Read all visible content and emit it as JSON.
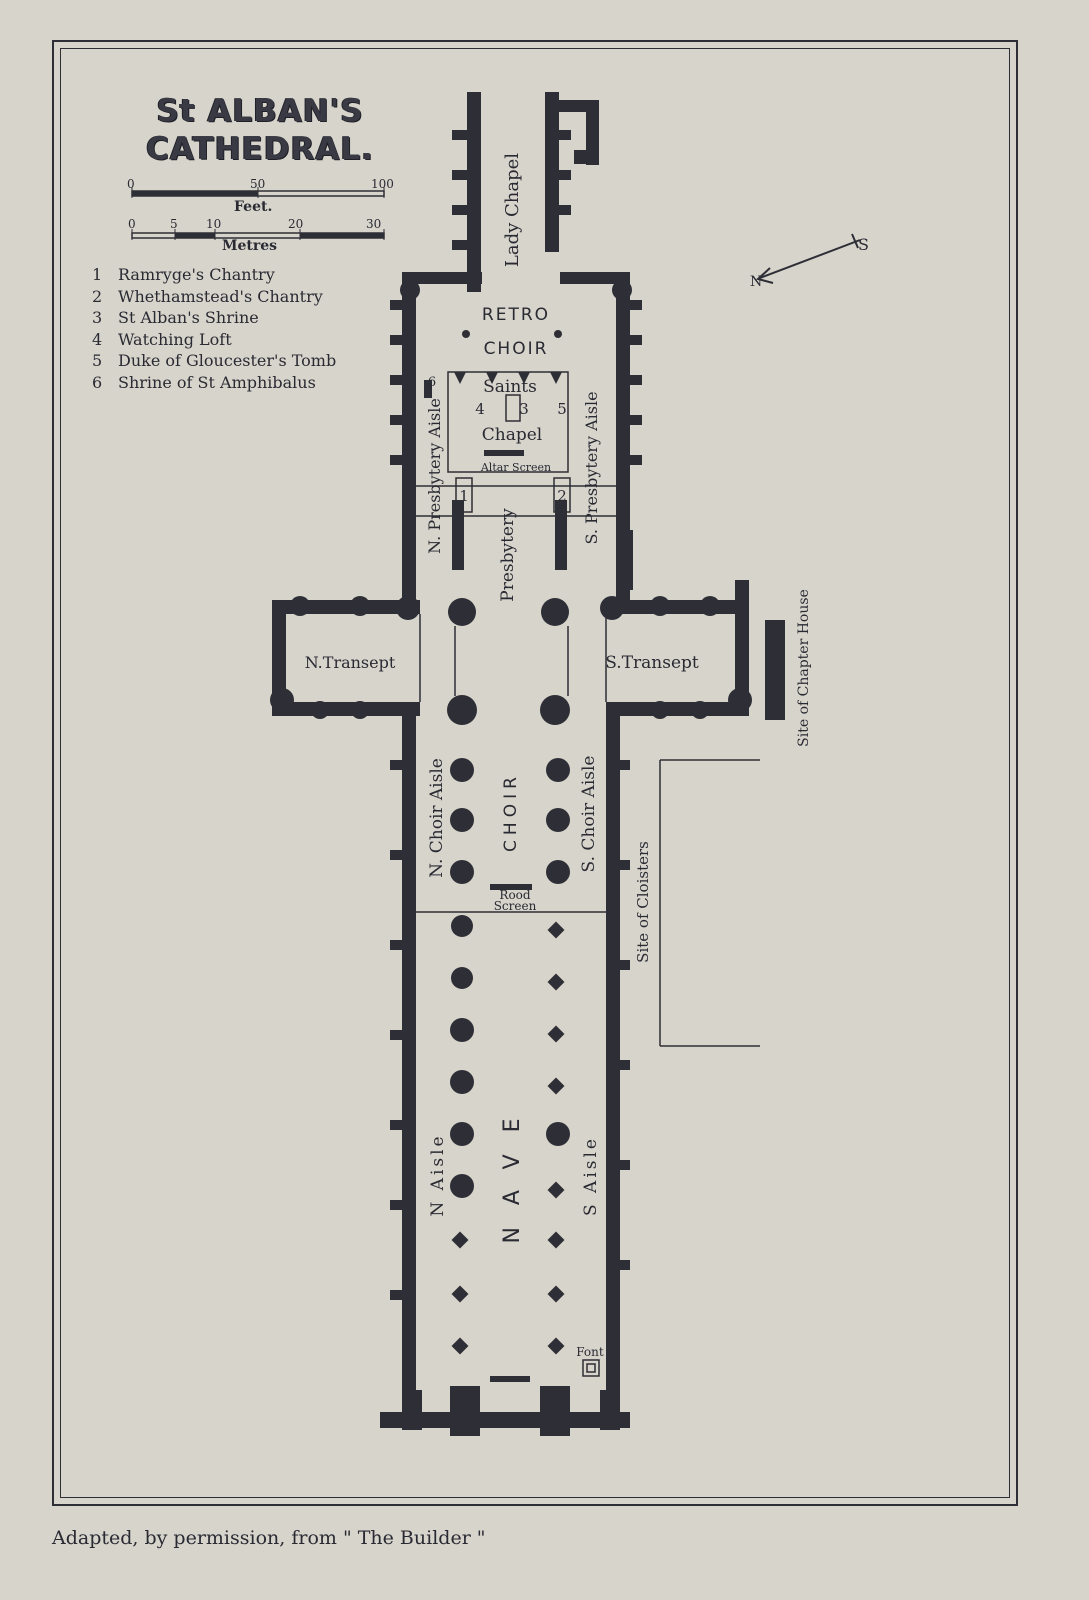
{
  "title": {
    "line1": "St ALBAN'S",
    "line2": "CATHEDRAL."
  },
  "scales": {
    "feet": {
      "ticks": [
        "0",
        "50",
        "100"
      ],
      "unit": "Feet."
    },
    "metres": {
      "ticks": [
        "0",
        "5",
        "10",
        "20",
        "30"
      ],
      "unit": "Metres"
    }
  },
  "legend": [
    {
      "num": "1",
      "label": "Ramryge's Chantry"
    },
    {
      "num": "2",
      "label": "Whethamstead's Chantry"
    },
    {
      "num": "3",
      "label": "St Alban's Shrine"
    },
    {
      "num": "4",
      "label": "Watching Loft"
    },
    {
      "num": "5",
      "label": "Duke of Gloucester's Tomb"
    },
    {
      "num": "6",
      "label": "Shrine of St Amphibalus"
    }
  ],
  "compass": {
    "south": "S",
    "north": "N",
    "icon": "north-arrow-icon"
  },
  "labels": {
    "lady_chapel": "Lady Chapel",
    "retro": "RETRO",
    "retro_choir": "CHOIR",
    "saints": "Saints",
    "chapel": "Chapel",
    "altar_screen": "Altar Screen",
    "n_presbytery_aisle": "N. Presbytery Aisle",
    "s_presbytery_aisle": "S. Presbytery Aisle",
    "presbytery": "Presbytery",
    "n_transept": "N.Transept",
    "s_transept": "S.Transept",
    "chapter_house": "Site of Chapter House",
    "n_choir_aisle": "N. Choir Aisle",
    "s_choir_aisle": "S. Choir Aisle",
    "choir": "CHOIR",
    "rood": "Rood",
    "screen": "Screen",
    "cloisters": "Site of Cloisters",
    "nave": "NAVE",
    "n_aisle": "N Aisle",
    "s_aisle": "S Aisle",
    "font": "Font",
    "num1": "1",
    "num2": "2",
    "num3": "3",
    "num4": "4",
    "num5": "5",
    "num6": "6"
  },
  "caption": "Adapted, by permission, from \" The Builder \"",
  "colors": {
    "paper": "#d6d4cb",
    "ink": "#2a2a33",
    "wall": "#2e2e36"
  }
}
